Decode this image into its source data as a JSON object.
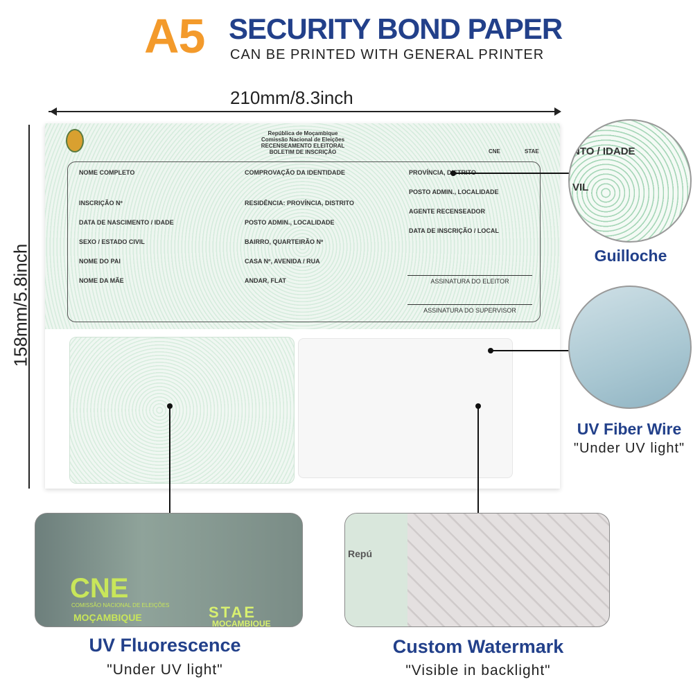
{
  "header": {
    "size": "A5",
    "title": "SECURITY BOND PAPER",
    "subtitle": "CAN BE PRINTED WITH  GENERAL PRINTER"
  },
  "dimensions": {
    "width": "210mm/8.3inch",
    "height": "158mm/5.8inch"
  },
  "document": {
    "header_lines": [
      "República de Moçambique",
      "Comissão Nacional de Eleições",
      "RECENSEAMENTO ELEITORAL",
      "BOLETIM DE INSCRIÇÃO"
    ],
    "col1": [
      "NOME COMPLETO",
      "INSCRIÇÃO Nº",
      "DATA DE NASCIMENTO / IDADE",
      "SEXO / ESTADO CIVIL",
      "NOME DO PAI",
      "NOME DA MÃE"
    ],
    "col2": [
      "COMPROVAÇÃO DA IDENTIDADE",
      "RESIDÊNCIA: PROVÍNCIA, DISTRITO",
      "POSTO ADMIN., LOCALIDADE",
      "BAIRRO, QUARTEIRÃO Nº",
      "CASA Nº, AVENIDA / RUA",
      "ANDAR, FLAT"
    ],
    "col3": [
      "PROVÍNCIA, DISTRITO",
      "POSTO ADMIN., LOCALIDADE",
      "AGENTE RECENSEADOR",
      "DATA DE INSCRIÇÃO / LOCAL"
    ],
    "signatures": [
      "ASSINATURA DO ELEITOR",
      "ASSINATURA DO SUPERVISOR"
    ],
    "logos": [
      "CNE",
      "STAE"
    ]
  },
  "features": {
    "guilloche": {
      "label": "Guilloche",
      "zoom_text": [
        "NTO / IDADE",
        "VIL"
      ]
    },
    "uv_fiber": {
      "label": "UV Fiber Wire",
      "note": "\"Under UV light\""
    },
    "uv_fluorescence": {
      "label": "UV Fluorescence",
      "note": "\"Under UV light\"",
      "image_text": [
        "CNE",
        "COMISSÃO NACIONAL DE ELEIÇÕES",
        "MOÇAMBIQUE",
        "STAE",
        "MOÇAMBIQUE"
      ]
    },
    "watermark": {
      "label": "Custom Watermark",
      "note": "\"Visible in backlight\"",
      "image_text": "Repú"
    }
  }
}
